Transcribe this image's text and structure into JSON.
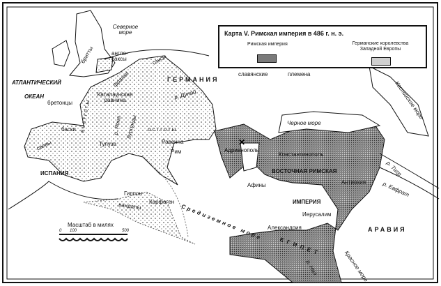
{
  "legend": {
    "title": "Карта V.  Римская империя в 486 г. н. э.",
    "roman_empire": "Римская империя",
    "germanic_kingdoms": "Германские королевства Западной Европы"
  },
  "colors": {
    "roman": "#6e6e6e",
    "germanic": "#d8d8d8",
    "ink": "#111111"
  },
  "labels": {
    "north_sea": "Северное море",
    "britons": "бритты",
    "anglosaxons": "англо-саксы",
    "saxons": "саксы",
    "atlantic": "АТЛАНТИЧЕСКИЙ",
    "ocean": "ОКЕАН",
    "bretons": "бретонцы",
    "franks": "франки",
    "catalaunian": "Каталаунская равнина",
    "germania": "ГЕРМАНИЯ",
    "danube": "р. Дунай",
    "basques": "баски",
    "suebi": "свевы",
    "toulouse": "Тулуза",
    "visigoths": "вестготы",
    "rhone": "р. Рона",
    "burgundians": "бургунды",
    "ostrogoths": "остготы",
    "ravenna": "Равенна",
    "rome": "Рим",
    "spain": "ИСПАНИЯ",
    "hippo": "Гиппон",
    "vandals": "вандалы",
    "carthage": "Карфаген",
    "mediterranean": "Средиземное море",
    "slavic": "славянские",
    "tribes": "племена",
    "black_sea": "Черное море",
    "caspian": "Каспийское море",
    "adrianople": "Адрианополь",
    "constantinople": "Константинополь",
    "eastern_roman": "ВОСТОЧНАЯ РИМСКАЯ",
    "empire": "ИМПЕРИЯ",
    "athens": "Афины",
    "antioch": "Антиохия",
    "tigris": "р. Тигр",
    "euphrates": "р. Евфрат",
    "jerusalem": "Иерусалим",
    "alexandria": "Александрия",
    "egypt": "ЕГИПЕТ",
    "nile": "р. Нил",
    "red_sea": "Красное море",
    "arabia": "АРАВИЯ"
  },
  "scale": {
    "title": "Масштаб в милях",
    "tick0": "0",
    "tick1": "100",
    "tick2": "500"
  }
}
